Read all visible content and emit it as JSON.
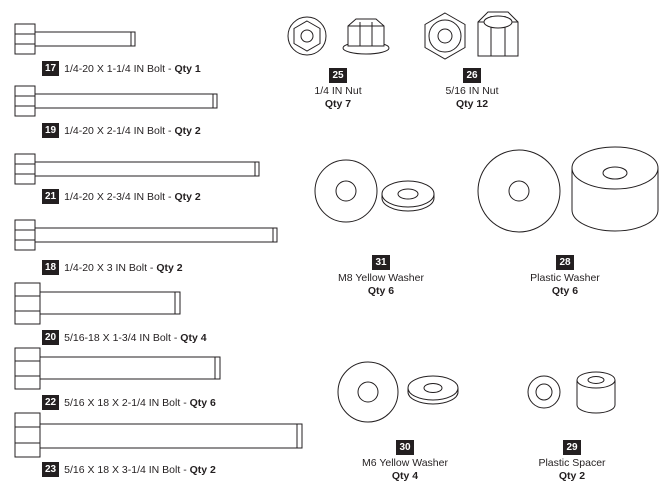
{
  "bolts": [
    {
      "num": "17",
      "desc": "1/4-20 X 1-1/4 IN Bolt - ",
      "qty": "Qty 1"
    },
    {
      "num": "19",
      "desc": "1/4-20 X 2-1/4 IN Bolt - ",
      "qty": "Qty 2"
    },
    {
      "num": "21",
      "desc": "1/4-20 X 2-3/4 IN Bolt - ",
      "qty": "Qty 2"
    },
    {
      "num": "18",
      "desc": "1/4-20 X 3 IN Bolt - ",
      "qty": "Qty 2"
    },
    {
      "num": "20",
      "desc": "5/16-18 X 1-3/4 IN Bolt - ",
      "qty": "Qty 4"
    },
    {
      "num": "22",
      "desc": "5/16 X 18 X 2-1/4 IN Bolt - ",
      "qty": "Qty 6"
    },
    {
      "num": "23",
      "desc": "5/16 X 18 X 3-1/4 IN Bolt - ",
      "qty": "Qty 2"
    }
  ],
  "parts": [
    {
      "num": "25",
      "name": "1/4 IN Nut",
      "qty": "Qty 7"
    },
    {
      "num": "26",
      "name": "5/16 IN Nut",
      "qty": "Qty 12"
    },
    {
      "num": "31",
      "name": "M8 Yellow Washer",
      "qty": "Qty 6"
    },
    {
      "num": "28",
      "name": "Plastic Washer",
      "qty": "Qty 6"
    },
    {
      "num": "30",
      "name": "M6 Yellow Washer",
      "qty": "Qty 4"
    },
    {
      "num": "29",
      "name": "Plastic Spacer",
      "qty": "Qty 2"
    }
  ],
  "colors": {
    "ink": "#231f20",
    "badge_text": "#ffffff"
  }
}
